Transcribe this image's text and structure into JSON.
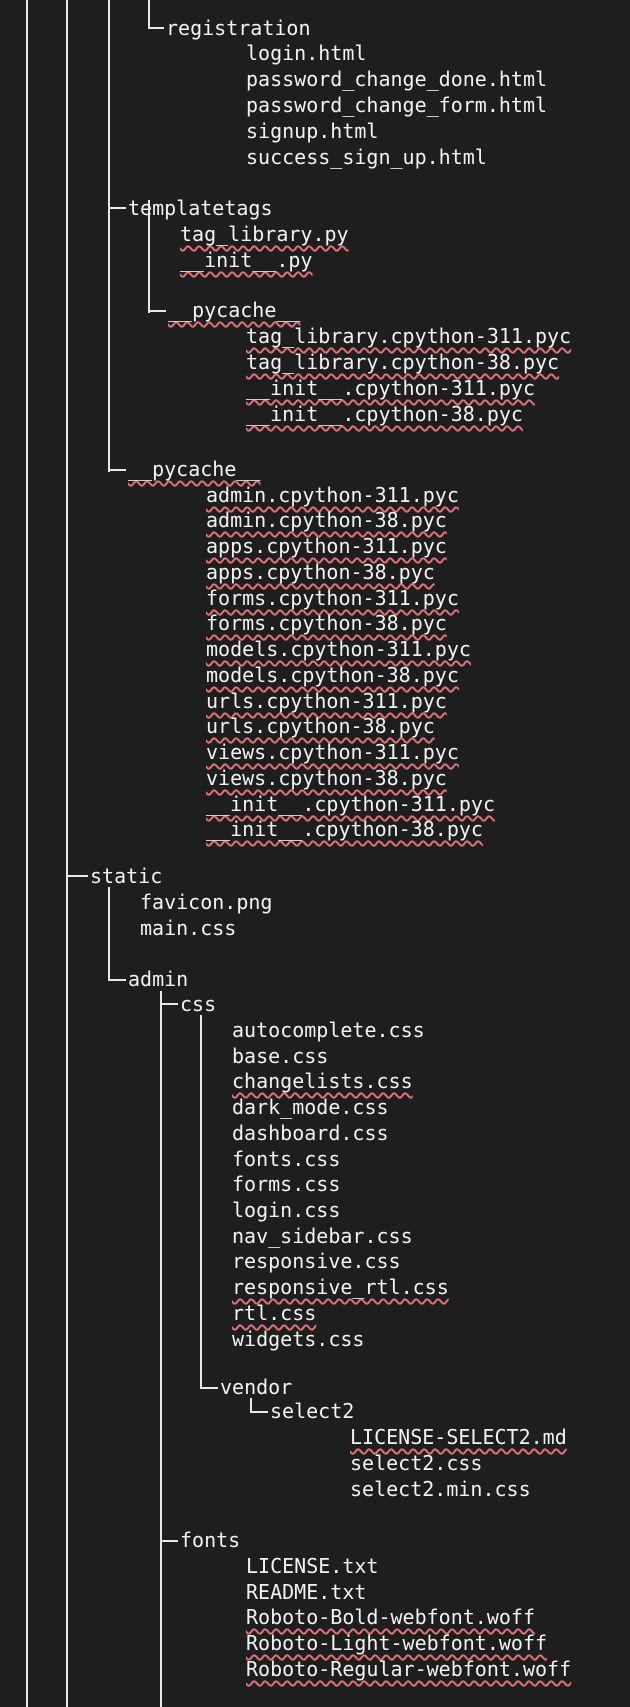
{
  "tree": {
    "registration": {
      "name": "registration",
      "files": [
        "login.html",
        "password_change_done.html",
        "password_change_form.html",
        "signup.html",
        "success_sign_up.html"
      ]
    },
    "templatetags": {
      "name": "templatetags",
      "files": [
        "tag_library.py",
        "__init__.py"
      ],
      "pycache": {
        "name": "__pycache__",
        "files": [
          "tag_library.cpython-311.pyc",
          "tag_library.cpython-38.pyc",
          "__init__.cpython-311.pyc",
          "__init__.cpython-38.pyc"
        ]
      }
    },
    "app_pycache": {
      "name": "__pycache__",
      "files": [
        "admin.cpython-311.pyc",
        "admin.cpython-38.pyc",
        "apps.cpython-311.pyc",
        "apps.cpython-38.pyc",
        "forms.cpython-311.pyc",
        "forms.cpython-38.pyc",
        "models.cpython-311.pyc",
        "models.cpython-38.pyc",
        "urls.cpython-311.pyc",
        "urls.cpython-38.pyc",
        "views.cpython-311.pyc",
        "views.cpython-38.pyc",
        "__init__.cpython-311.pyc",
        "__init__.cpython-38.pyc"
      ]
    },
    "static": {
      "name": "static",
      "files": [
        "favicon.png",
        "main.css"
      ],
      "admin": {
        "name": "admin",
        "css": {
          "name": "css",
          "files": [
            "autocomplete.css",
            "base.css",
            "changelists.css",
            "dark_mode.css",
            "dashboard.css",
            "fonts.css",
            "forms.css",
            "login.css",
            "nav_sidebar.css",
            "responsive.css",
            "responsive_rtl.css",
            "rtl.css",
            "widgets.css"
          ],
          "vendor": {
            "name": "vendor",
            "select2": {
              "name": "select2",
              "files": [
                "LICENSE-SELECT2.md",
                "select2.css",
                "select2.min.css"
              ]
            }
          }
        },
        "fonts": {
          "name": "fonts",
          "files": [
            "LICENSE.txt",
            "README.txt",
            "Roboto-Bold-webfont.woff",
            "Roboto-Light-webfont.woff",
            "Roboto-Regular-webfont.woff"
          ]
        }
      }
    }
  },
  "spellcheck_flagged": [
    "tag_library.py",
    "__init__.py",
    "__pycache__",
    "tag_library.cpython-311.pyc",
    "tag_library.cpython-38.pyc",
    "__init__.cpython-311.pyc",
    "__init__.cpython-38.pyc",
    "admin.cpython-311.pyc",
    "admin.cpython-38.pyc",
    "apps.cpython-311.pyc",
    "apps.cpython-38.pyc",
    "forms.cpython-311.pyc",
    "forms.cpython-38.pyc",
    "models.cpython-311.pyc",
    "models.cpython-38.pyc",
    "urls.cpython-311.pyc",
    "urls.cpython-38.pyc",
    "views.cpython-311.pyc",
    "views.cpython-38.pyc",
    "changelists.css",
    "responsive_rtl.css",
    "rtl.css",
    "LICENSE-SELECT2.md",
    "Roboto-Bold-webfont.woff",
    "Roboto-Light-webfont.woff",
    "Roboto-Regular-webfont.woff"
  ],
  "colors": {
    "background": "#1e1e1e",
    "text": "#f2f2f2",
    "tree_lines": "#e8e8e8",
    "spellcheck_underline": "#e0707a"
  }
}
